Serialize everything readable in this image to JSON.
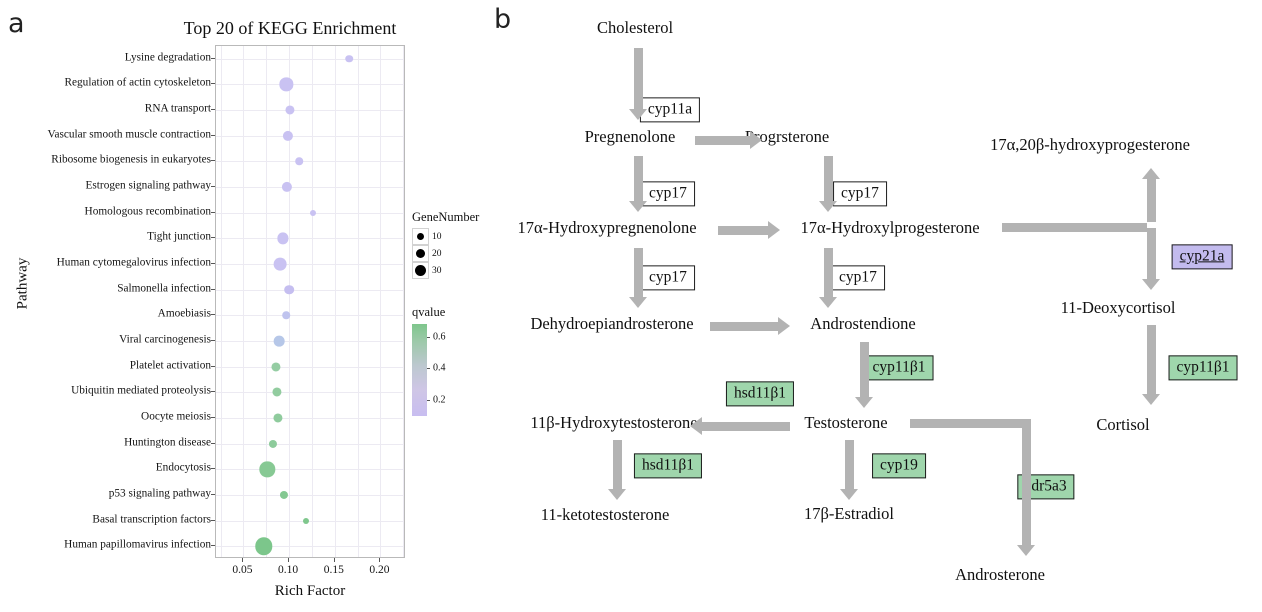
{
  "panels": {
    "a_letter": "a",
    "b_letter": "b"
  },
  "chart_data": {
    "type": "scatter",
    "title": "Top 20 of KEGG Enrichment",
    "xlabel": "Rich Factor",
    "ylabel": "Pathway",
    "xlim": [
      0.02,
      0.228
    ],
    "xticks": [
      0.05,
      0.1,
      0.15,
      0.2
    ],
    "xticklabels": [
      "0.05",
      "0.10",
      "0.15",
      "0.20"
    ],
    "grid": true,
    "legend_position": "right",
    "size_legend": {
      "title": "GeneNumber",
      "values": [
        10,
        20,
        30
      ],
      "labels": [
        "10",
        "20",
        "30"
      ]
    },
    "color_legend": {
      "title": "qvalue",
      "ticks": [
        0.6,
        0.4,
        0.2
      ],
      "labels": [
        "0.6",
        "0.4",
        "0.2"
      ],
      "high_color": "#7ec68c",
      "low_color": "#c8bdf0"
    },
    "categories": [
      "Lysine degradation",
      "Regulation of actin cytoskeleton",
      "RNA transport",
      "Vascular smooth muscle contraction",
      "Ribosome biogenesis in eukaryotes",
      "Estrogen signaling pathway",
      "Homologous recombination",
      "Tight junction",
      "Human cytomegalovirus infection",
      "Salmonella infection",
      "Amoebiasis",
      "Viral carcinogenesis",
      "Platelet activation",
      "Ubiquitin mediated proteolysis",
      "Oocyte meiosis",
      "Huntington disease",
      "Endocytosis",
      "p53 signaling pathway",
      "Basal transcription factors",
      "Human papillomavirus infection"
    ],
    "points": [
      {
        "pathway": "Lysine degradation",
        "rich_factor": 0.166,
        "gene_number": 11,
        "qvalue": 0.22,
        "color": "#c9c2f2"
      },
      {
        "pathway": "Regulation of actin cytoskeleton",
        "rich_factor": 0.097,
        "gene_number": 22,
        "qvalue": 0.21,
        "color": "#c9c2f2"
      },
      {
        "pathway": "RNA transport",
        "rich_factor": 0.101,
        "gene_number": 14,
        "qvalue": 0.21,
        "color": "#c9c2f2"
      },
      {
        "pathway": "Vascular smooth muscle contraction",
        "rich_factor": 0.099,
        "gene_number": 16,
        "qvalue": 0.21,
        "color": "#c9c2f2"
      },
      {
        "pathway": "Ribosome biogenesis in eukaryotes",
        "rich_factor": 0.111,
        "gene_number": 11,
        "qvalue": 0.22,
        "color": "#c9c2f2"
      },
      {
        "pathway": "Estrogen signaling pathway",
        "rich_factor": 0.098,
        "gene_number": 16,
        "qvalue": 0.22,
        "color": "#c9c2f2"
      },
      {
        "pathway": "Homologous recombination",
        "rich_factor": 0.126,
        "gene_number": 8,
        "qvalue": 0.21,
        "color": "#c9c2f2"
      },
      {
        "pathway": "Tight junction",
        "rich_factor": 0.093,
        "gene_number": 18,
        "qvalue": 0.21,
        "color": "#c9c2f2"
      },
      {
        "pathway": "Human cytomegalovirus infection",
        "rich_factor": 0.09,
        "gene_number": 21,
        "qvalue": 0.21,
        "color": "#c9c2f2"
      },
      {
        "pathway": "Salmonella infection",
        "rich_factor": 0.1,
        "gene_number": 15,
        "qvalue": 0.2,
        "color": "#c5bef0"
      },
      {
        "pathway": "Amoebiasis",
        "rich_factor": 0.097,
        "gene_number": 11,
        "qvalue": 0.19,
        "color": "#bfc3ee"
      },
      {
        "pathway": "Viral carcinogenesis",
        "rich_factor": 0.089,
        "gene_number": 17,
        "qvalue": 0.17,
        "color": "#b6c7e8"
      },
      {
        "pathway": "Platelet activation",
        "rich_factor": 0.086,
        "gene_number": 14,
        "qvalue": 0.48,
        "color": "#95cda3"
      },
      {
        "pathway": "Ubiquitin mediated proteolysis",
        "rich_factor": 0.087,
        "gene_number": 14,
        "qvalue": 0.5,
        "color": "#92cc9f"
      },
      {
        "pathway": "Oocyte meiosis",
        "rich_factor": 0.088,
        "gene_number": 14,
        "qvalue": 0.52,
        "color": "#8fcb9d"
      },
      {
        "pathway": "Huntington disease",
        "rich_factor": 0.082,
        "gene_number": 12,
        "qvalue": 0.55,
        "color": "#8dcb9b"
      },
      {
        "pathway": "Endocytosis",
        "rich_factor": 0.076,
        "gene_number": 26,
        "qvalue": 0.58,
        "color": "#87c994"
      },
      {
        "pathway": "p53 signaling pathway",
        "rich_factor": 0.094,
        "gene_number": 12,
        "qvalue": 0.6,
        "color": "#84c892"
      },
      {
        "pathway": "Basal transcription factors",
        "rich_factor": 0.118,
        "gene_number": 8,
        "qvalue": 0.62,
        "color": "#7fc78d"
      },
      {
        "pathway": "Human papillomavirus infection",
        "rich_factor": 0.072,
        "gene_number": 30,
        "qvalue": 0.63,
        "color": "#7cc68b"
      }
    ]
  },
  "pathway_diagram": {
    "metabolites": [
      {
        "id": "cholesterol",
        "label": "Cholesterol"
      },
      {
        "id": "pregnenolone",
        "label": "Pregnenolone"
      },
      {
        "id": "progesterone",
        "label": "Progrsterone"
      },
      {
        "id": "hydroxyprog_20b",
        "label": "17α,20β-hydroxyprogesterone"
      },
      {
        "id": "hydroxypregnen",
        "label": "17α-Hydroxypregnenolone"
      },
      {
        "id": "hydroxyprog",
        "label": "17α-Hydroxylprogesterone"
      },
      {
        "id": "deoxycortisol",
        "label": "11-Deoxycortisol"
      },
      {
        "id": "dhea",
        "label": "Dehydroepiandrosterone"
      },
      {
        "id": "androstendione",
        "label": "Androstendione"
      },
      {
        "id": "cortisol",
        "label": "Cortisol"
      },
      {
        "id": "hydroxytesto",
        "label": "11β-Hydroxytestosterone"
      },
      {
        "id": "testosterone",
        "label": "Testosterone"
      },
      {
        "id": "ketotesto",
        "label": "11-ketotestosterone"
      },
      {
        "id": "estradiol",
        "label": "17β-Estradiol"
      },
      {
        "id": "androsterone",
        "label": "Androsterone"
      }
    ],
    "enzymes": [
      {
        "id": "cyp11a_1",
        "label": "cyp11a",
        "style": "plain"
      },
      {
        "id": "cyp17_1",
        "label": "cyp17",
        "style": "plain"
      },
      {
        "id": "cyp17_2",
        "label": "cyp17",
        "style": "plain"
      },
      {
        "id": "cyp17_3",
        "label": "cyp17",
        "style": "plain"
      },
      {
        "id": "cyp17_4",
        "label": "cyp17",
        "style": "plain"
      },
      {
        "id": "cyp21a",
        "label": "cyp21a",
        "style": "purple"
      },
      {
        "id": "cyp11b1_1",
        "label": "cyp11β1",
        "style": "green"
      },
      {
        "id": "cyp11b1_2",
        "label": "cyp11β1",
        "style": "green"
      },
      {
        "id": "hsd11b1_1",
        "label": "hsd11β1",
        "style": "green"
      },
      {
        "id": "hsd11b1_2",
        "label": "hsd11β1",
        "style": "green"
      },
      {
        "id": "cyp19",
        "label": "cyp19",
        "style": "green"
      },
      {
        "id": "sdr5a3",
        "label": "sdr5a3",
        "style": "green"
      }
    ],
    "colors": {
      "green": "#9fd6ac",
      "purple": "#c3bbee",
      "arrow": "#b3b3b3"
    }
  }
}
